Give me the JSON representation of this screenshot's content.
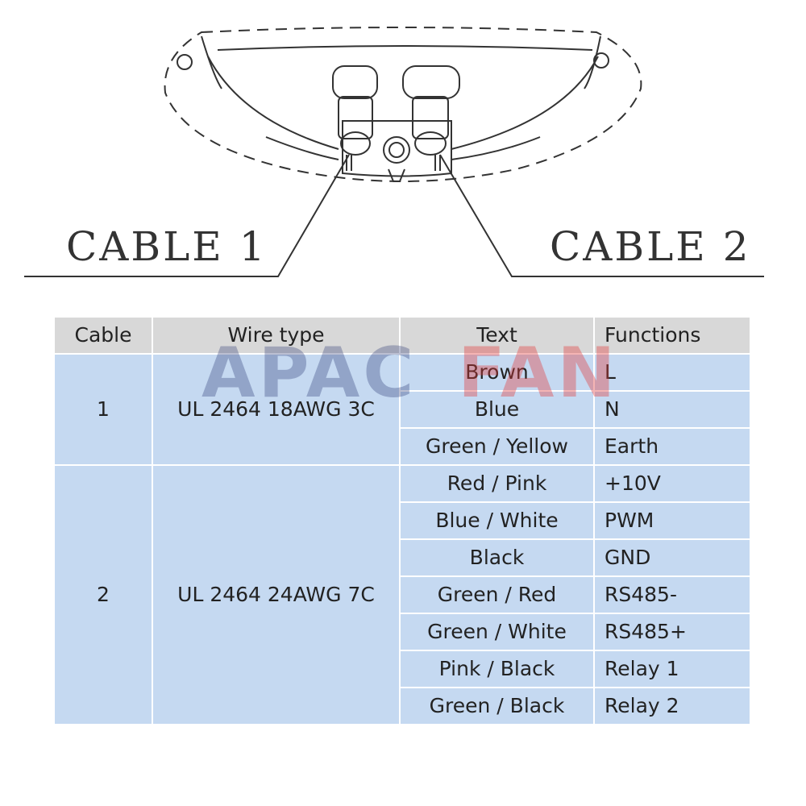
{
  "diagram": {
    "cable1_label": "CABLE 1",
    "cable2_label": "CABLE 2"
  },
  "watermark": {
    "part1": "APAC",
    "part2": "FAN",
    "color1": "#1f2a6b",
    "color2": "#e23b3b"
  },
  "table": {
    "headers": [
      "Cable",
      "Wire type",
      "Text",
      "Functions"
    ],
    "groups": [
      {
        "cable": "1",
        "wire_type": "UL 2464 18AWG 3C",
        "rows": [
          {
            "text": "Brown",
            "function": "L"
          },
          {
            "text": "Blue",
            "function": "N"
          },
          {
            "text": "Green / Yellow",
            "function": "Earth"
          }
        ]
      },
      {
        "cable": "2",
        "wire_type": "UL 2464 24AWG 7C",
        "rows": [
          {
            "text": "Red / Pink",
            "function": "+10V"
          },
          {
            "text": "Blue / White",
            "function": "PWM"
          },
          {
            "text": "Black",
            "function": "GND"
          },
          {
            "text": "Green / Red",
            "function": "RS485-"
          },
          {
            "text": "Green / White",
            "function": "RS485+"
          },
          {
            "text": "Pink / Black",
            "function": "Relay 1"
          },
          {
            "text": "Green / Black",
            "function": "Relay 2"
          }
        ]
      }
    ]
  },
  "colors": {
    "header_bg": "#d8d8d8",
    "body_bg": "#c5d9f1",
    "line": "#333333"
  }
}
